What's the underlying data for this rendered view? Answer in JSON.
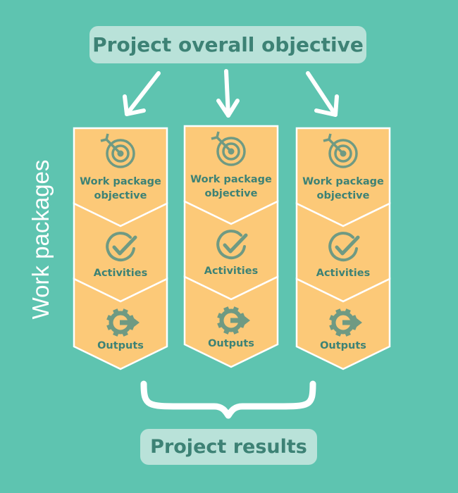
{
  "title": "Project overall objective",
  "result": "Project results",
  "side_label": "Work packages",
  "packages": [
    {
      "objective": "Work package objective",
      "activities": "Activities",
      "outputs": "Outputs"
    },
    {
      "objective": "Work package objective",
      "activities": "Activities",
      "outputs": "Outputs"
    },
    {
      "objective": "Work package objective",
      "activities": "Activities",
      "outputs": "Outputs"
    }
  ],
  "icons": [
    "target-icon",
    "check-circle-icon",
    "gear-arrow-icon"
  ],
  "colors": {
    "background": "#5ec4b0",
    "pill": "#b9e2d9",
    "pill_text": "#3d8275",
    "package_fill": "#fcc978",
    "icon": "#6f9a83",
    "outline": "#ffffff"
  }
}
